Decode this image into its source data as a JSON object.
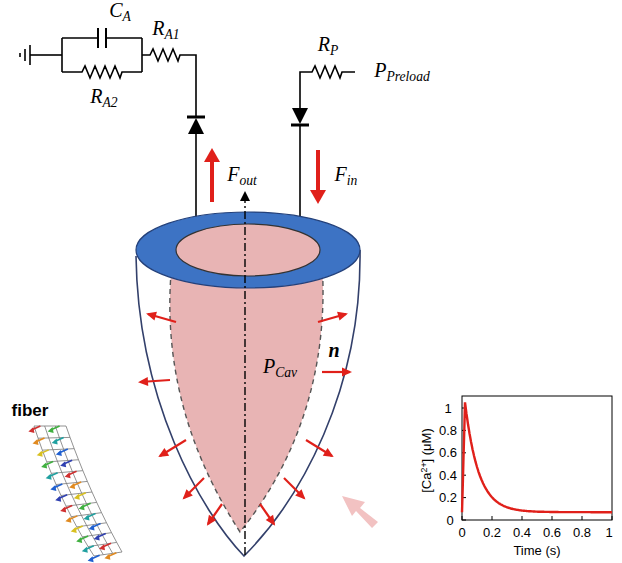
{
  "diagram": {
    "labels": [
      "CA",
      "RA1",
      "RA2",
      "RP",
      "PPreload",
      "Fout",
      "Fin",
      "fiber",
      "PCav",
      "n",
      "1",
      "0.8",
      "0.6",
      "0.4",
      "0.2",
      "0",
      "[Ca2+] (μM)",
      "0",
      "0.2",
      "0.4",
      "0.6",
      "0.8",
      "1",
      "Time (s)"
    ]
  }
}
